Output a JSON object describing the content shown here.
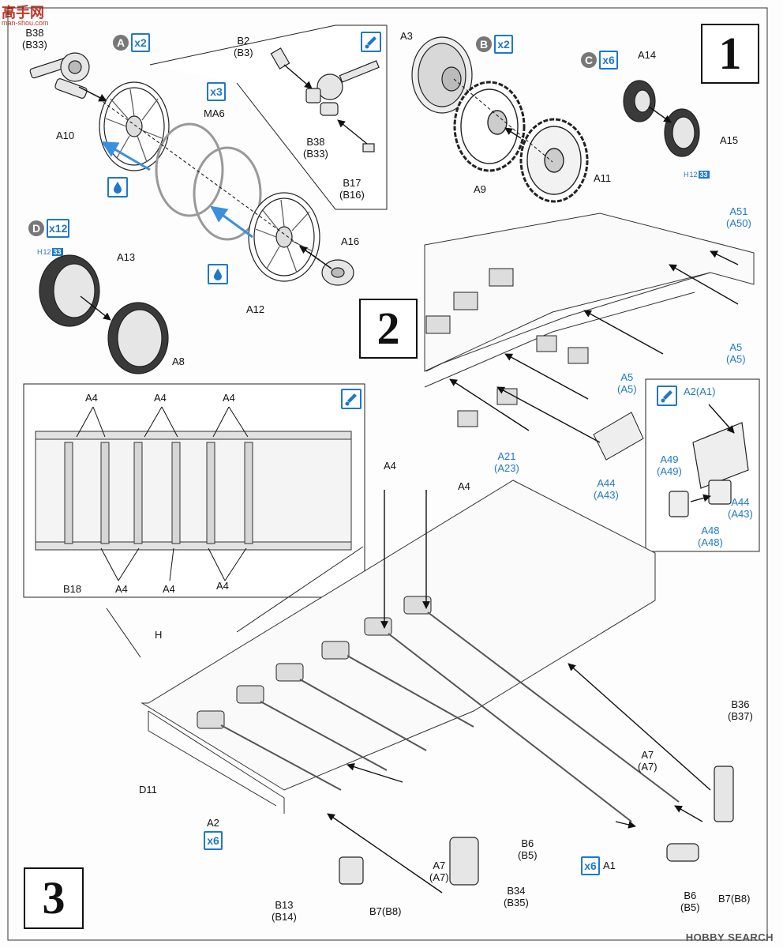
{
  "watermark": {
    "site_logo": "高手网",
    "site_url": "man-shou.com",
    "brand": "HOBBY SEARCH"
  },
  "steps": [
    {
      "id": "step1",
      "number": "1"
    },
    {
      "id": "step2",
      "number": "2"
    },
    {
      "id": "step3",
      "number": "3"
    }
  ],
  "subassemblies": {
    "A": {
      "letter": "A",
      "qty": "x2"
    },
    "B": {
      "letter": "B",
      "qty": "x2"
    },
    "C": {
      "letter": "C",
      "qty": "x6"
    },
    "D": {
      "letter": "D",
      "qty": "x12"
    },
    "MA6_qty": "x3"
  },
  "hull_codes": {
    "c_tire": {
      "prefix": "H",
      "num": "12",
      "box": "33"
    },
    "d_tire": {
      "prefix": "H",
      "num": "12",
      "box": "33"
    }
  },
  "qty_markers": {
    "a2_x6": "x6",
    "a1_x6": "x6"
  },
  "labels": {
    "b38_top": "B38\n(B33)",
    "b2": "B2\n(B3)",
    "b38_inset": "B38\n(B33)",
    "b17": "B17\n(B16)",
    "a10": "A10",
    "ma6": "MA6",
    "a12": "A12",
    "a16": "A16",
    "a3": "A3",
    "a9": "A9",
    "a11": "A11",
    "a14": "A14",
    "a15": "A15",
    "a13": "A13",
    "a8": "A8",
    "a51": "A51\n(A50)",
    "a5_1": "A5\n(A5)",
    "a5_2": "A5\n(A5)",
    "a21": "A21\n(A23)",
    "a44": "A44\n(A43)",
    "a2_inset": "A2(A1)",
    "a49": "A49\n(A49)",
    "a44_inset": "A44\n(A43)",
    "a48": "A48\n(A48)",
    "a4_1": "A4",
    "a4_2": "A4",
    "a4_3": "A4",
    "b18": "B18",
    "a4_4": "A4",
    "a4_5": "A4",
    "a4_6": "A4",
    "a4_main1": "A4",
    "a4_main2": "A4",
    "h": "H",
    "d11": "D11",
    "a2": "A2",
    "b36": "B36\n(B37)",
    "a7_right": "A7\n(A7)",
    "b6_mid": "B6\n(B5)",
    "a7_left": "A7\n(A7)",
    "b34": "B34\n(B35)",
    "b13": "B13\n(B14)",
    "b7_left": "B7(B8)",
    "a1": "A1",
    "b6_right": "B6\n(B5)",
    "b7_right": "B7(B8)"
  },
  "colors": {
    "accent_blue": "#1f78c8",
    "line": "#222222",
    "fill_gray": "#e6e6e6",
    "tire_dark": "#3a3a3a"
  }
}
